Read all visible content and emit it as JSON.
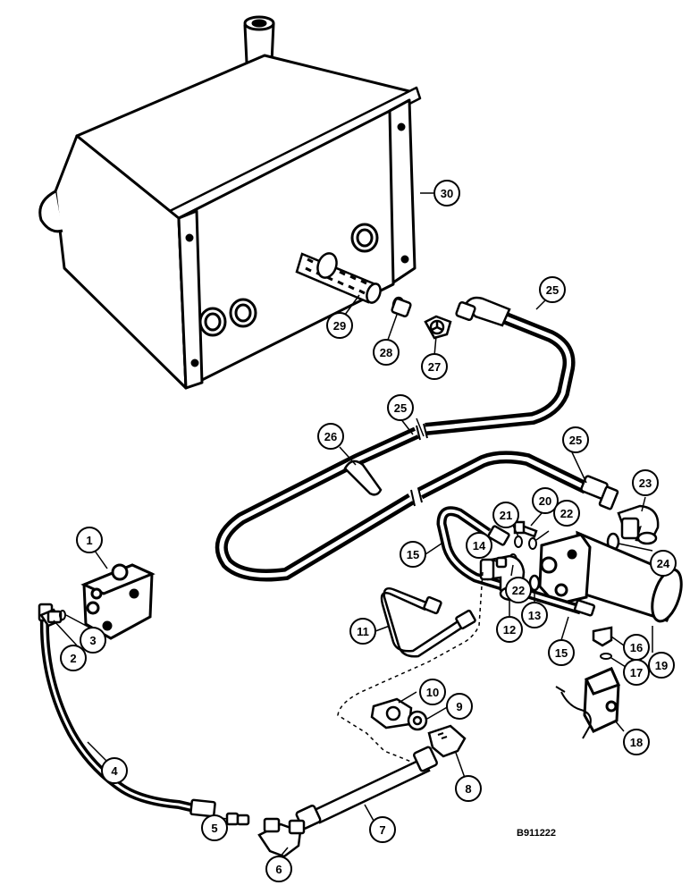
{
  "figure_id": "B911222",
  "callouts": [
    {
      "id": "1",
      "label": "1"
    },
    {
      "id": "2",
      "label": "2"
    },
    {
      "id": "3",
      "label": "3"
    },
    {
      "id": "4",
      "label": "4"
    },
    {
      "id": "5",
      "label": "5"
    },
    {
      "id": "6",
      "label": "6"
    },
    {
      "id": "7",
      "label": "7"
    },
    {
      "id": "8",
      "label": "8"
    },
    {
      "id": "9",
      "label": "9"
    },
    {
      "id": "10",
      "label": "10"
    },
    {
      "id": "11",
      "label": "11"
    },
    {
      "id": "12",
      "label": "12"
    },
    {
      "id": "13",
      "label": "13"
    },
    {
      "id": "14",
      "label": "14"
    },
    {
      "id": "15a",
      "label": "15"
    },
    {
      "id": "15b",
      "label": "15"
    },
    {
      "id": "16",
      "label": "16"
    },
    {
      "id": "17",
      "label": "17"
    },
    {
      "id": "18",
      "label": "18"
    },
    {
      "id": "19",
      "label": "19"
    },
    {
      "id": "20",
      "label": "20"
    },
    {
      "id": "21",
      "label": "21"
    },
    {
      "id": "22a",
      "label": "22"
    },
    {
      "id": "22b",
      "label": "22"
    },
    {
      "id": "23",
      "label": "23"
    },
    {
      "id": "24",
      "label": "24"
    },
    {
      "id": "25a",
      "label": "25"
    },
    {
      "id": "25b",
      "label": "25"
    },
    {
      "id": "25c",
      "label": "25"
    },
    {
      "id": "26",
      "label": "26"
    },
    {
      "id": "27",
      "label": "27"
    },
    {
      "id": "28",
      "label": "28"
    },
    {
      "id": "29",
      "label": "29"
    },
    {
      "id": "30",
      "label": "30"
    }
  ]
}
